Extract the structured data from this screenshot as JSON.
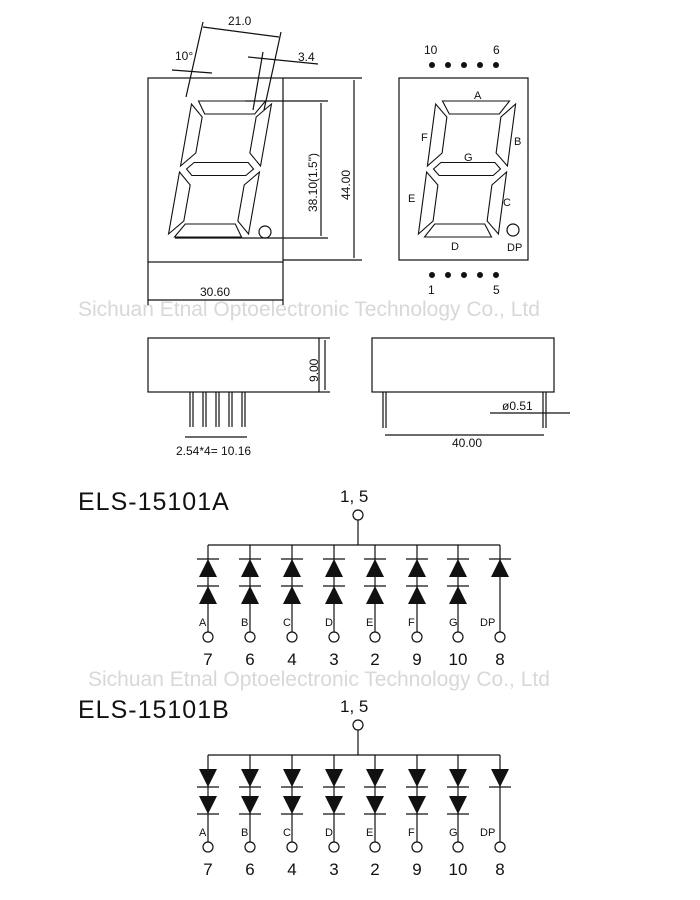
{
  "watermark": "Sichuan Etnal Optoelectronic Technology Co., Ltd",
  "front_view": {
    "dim_width_top": "21.0",
    "dim_angle": "10°",
    "dim_segment": "3.4",
    "dim_digit_height": "38.10(1.5\")",
    "dim_height": "44.00",
    "dim_width": "30.60"
  },
  "pin_view": {
    "pin_top_left": "10",
    "pin_top_right": "6",
    "pin_bottom_left": "1",
    "pin_bottom_right": "5",
    "segments": [
      "A",
      "B",
      "C",
      "D",
      "E",
      "F",
      "G",
      "DP"
    ]
  },
  "side_view": {
    "dim_depth": "9.00",
    "dim_pitch": "2.54*4= 10.16",
    "dim_pin_dia": "ø0.51",
    "dim_pin_span": "40.00"
  },
  "schematics": [
    {
      "title": "ELS-15101A",
      "common": "1,  5",
      "type": "common-cathode"
    },
    {
      "title": "ELS-15101B",
      "common": "1,  5",
      "type": "common-anode"
    }
  ],
  "channels": [
    {
      "seg": "A",
      "pin": "7"
    },
    {
      "seg": "B",
      "pin": "6"
    },
    {
      "seg": "C",
      "pin": "4"
    },
    {
      "seg": "D",
      "pin": "3"
    },
    {
      "seg": "E",
      "pin": "2"
    },
    {
      "seg": "F",
      "pin": "9"
    },
    {
      "seg": "G",
      "pin": "10"
    },
    {
      "seg": "DP",
      "pin": "8"
    }
  ]
}
